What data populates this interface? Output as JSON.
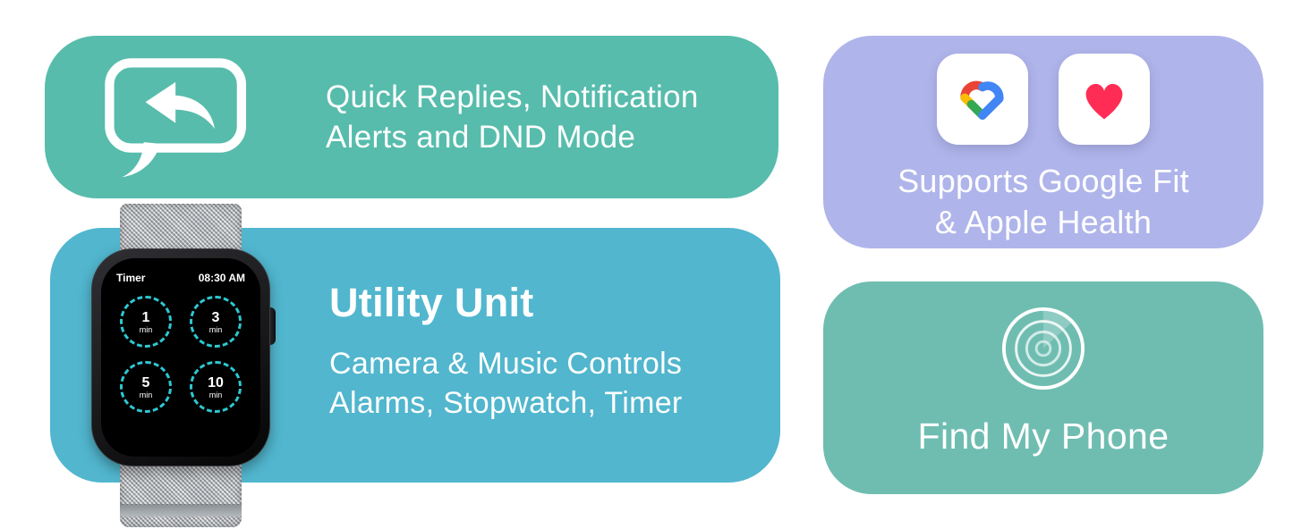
{
  "cards": {
    "quick_replies": {
      "bg": "#57BCAC",
      "line1": "Quick Replies, Notification",
      "line2": "Alerts and DND Mode",
      "icon": "speech-bubble-reply-icon"
    },
    "utility": {
      "bg": "#51B6CE",
      "title": "Utility Unit",
      "line1": "Camera & Music Controls",
      "line2": "Alarms, Stopwatch, Timer"
    },
    "health_sync": {
      "bg": "#AFB5EA",
      "line1": "Supports Google Fit",
      "line2": "& Apple Health",
      "icons": [
        "google-fit-icon",
        "apple-health-icon"
      ]
    },
    "find_phone": {
      "bg": "#6FBDB1",
      "label": "Find My Phone",
      "icon": "radar-ping-icon"
    }
  },
  "watch": {
    "app_title": "Timer",
    "time": "08:30 AM",
    "accent": "#2EC8D2",
    "timers": [
      {
        "value": "1",
        "unit": "min"
      },
      {
        "value": "3",
        "unit": "min"
      },
      {
        "value": "5",
        "unit": "min"
      },
      {
        "value": "10",
        "unit": "min"
      }
    ]
  },
  "brand_colors": {
    "google_red": "#EA4335",
    "google_yellow": "#FBBC04",
    "google_green": "#34A853",
    "google_blue": "#4285F4",
    "apple_health_heart": "#FF2D55"
  }
}
